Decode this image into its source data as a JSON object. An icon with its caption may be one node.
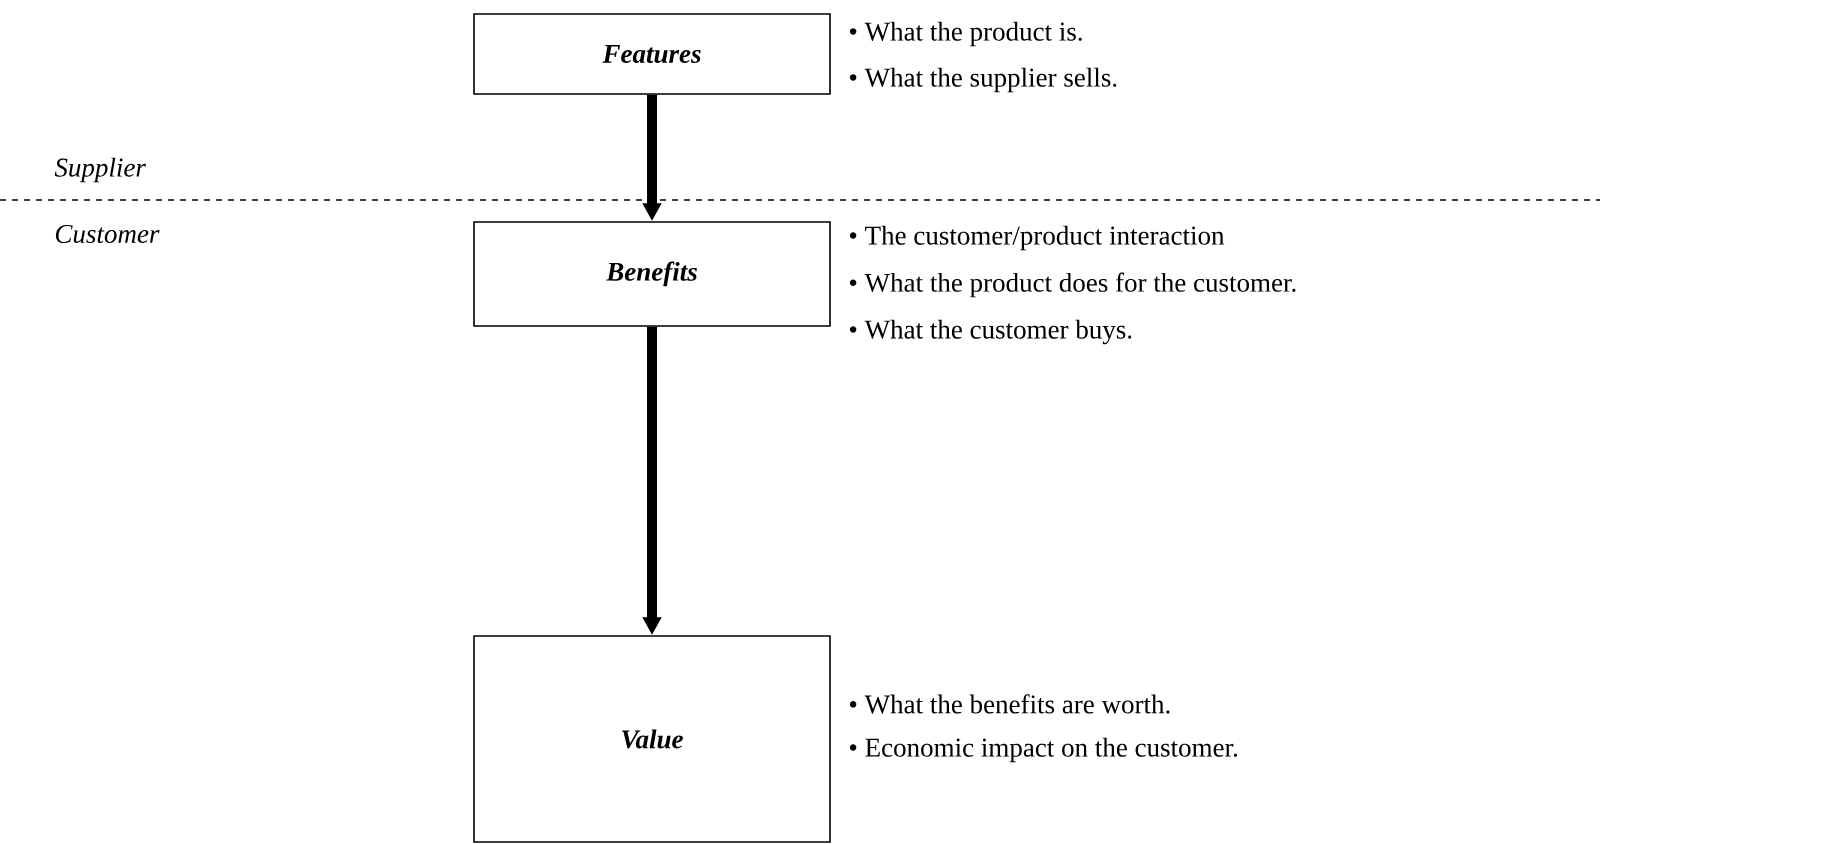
{
  "diagram": {
    "nodes": [
      {
        "text": [
          "Features"
        ],
        "beside": [
          "• What the product is.",
          "• What the supplier sells."
        ]
      },
      {
        "text": [
          "Benefits"
        ],
        "beside": [
          "• The customer/product interaction",
          "• What the product does for the customer.",
          "• What the customer buys."
        ]
      },
      {
        "text": [
          "Value"
        ],
        "beside": [
          "• What the benefits are worth.",
          "• Economic impact on the customer."
        ]
      }
    ],
    "edges": [
      {
        "from": 0,
        "to": 1,
        "arrow": "to"
      },
      {
        "from": 1,
        "to": 2,
        "arrow": "to"
      }
    ],
    "labels": [
      "Supplier",
      "Customer"
    ]
  }
}
